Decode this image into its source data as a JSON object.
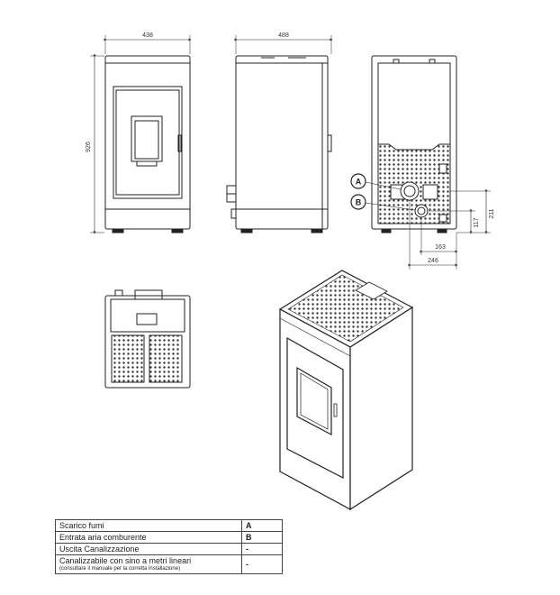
{
  "dimensions": {
    "front_width": "438",
    "side_depth": "488",
    "height": "926",
    "back_211": "211",
    "back_117": "117",
    "back_163": "163",
    "back_246": "246"
  },
  "markers": {
    "a": "A",
    "b": "B"
  },
  "legend": {
    "rows": [
      {
        "label": "Scarico fumi",
        "code": "A"
      },
      {
        "label": "Entrata aria comburente",
        "code": "B"
      },
      {
        "label": "Uscita Canalizzazione",
        "code": "-"
      },
      {
        "label": "Canalizzabile con sino a metri lineari",
        "note": "(consultare il manuale per la corretta installazione)",
        "code": "-"
      }
    ]
  }
}
